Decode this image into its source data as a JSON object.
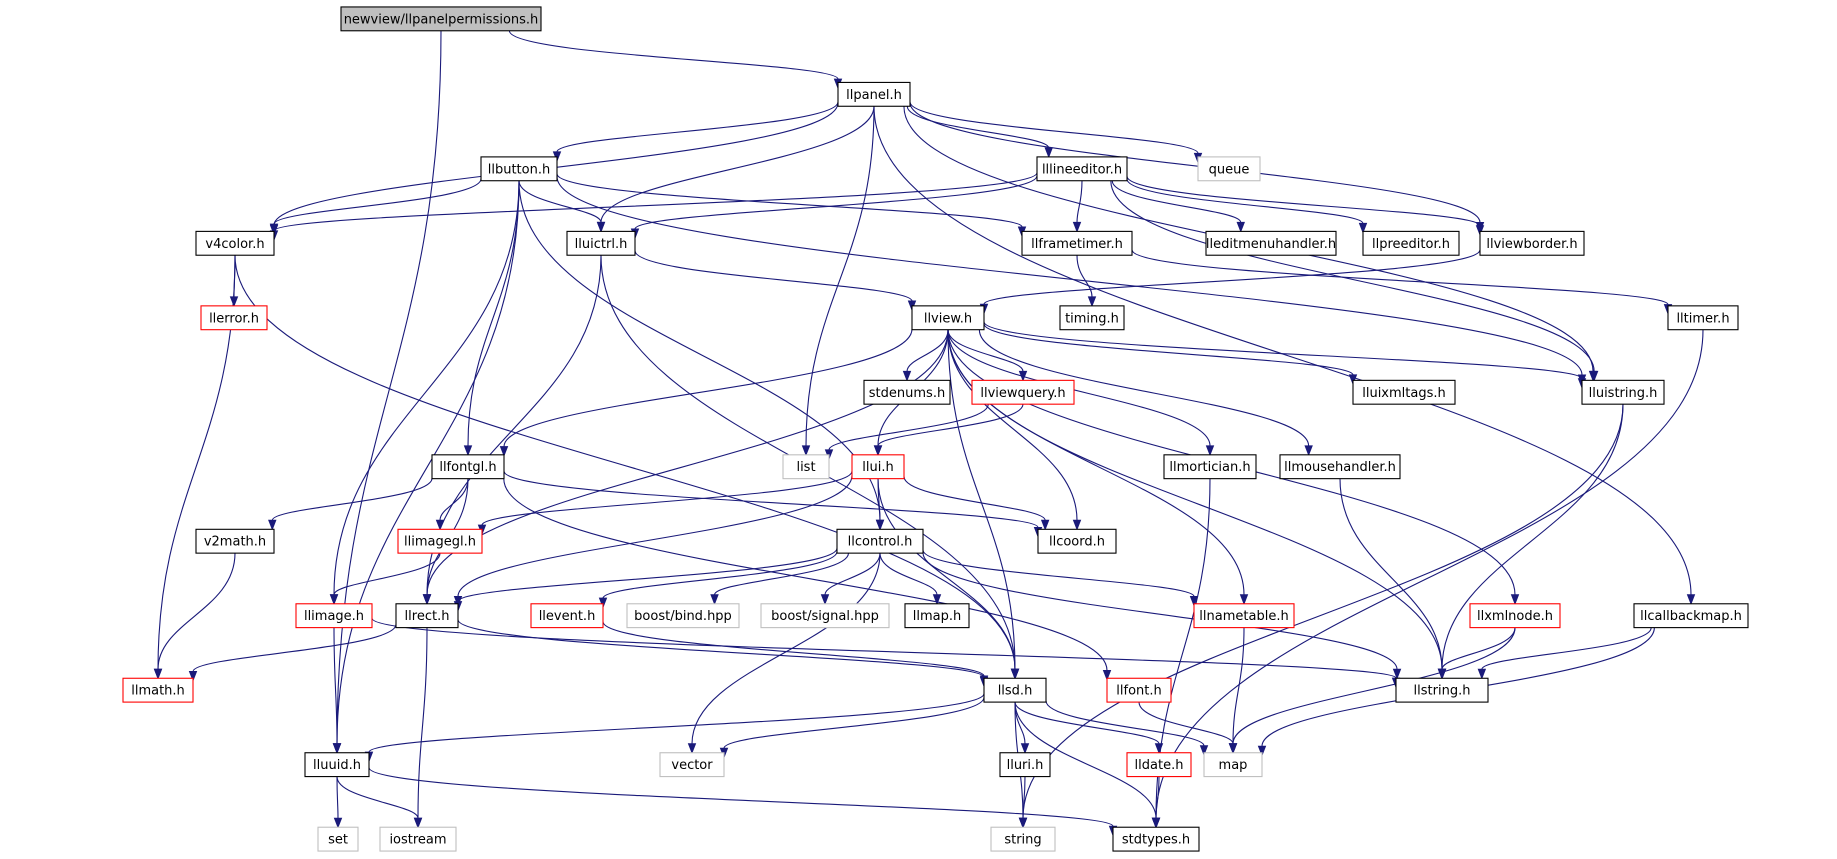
{
  "colors": {
    "normal_border": "#000000",
    "incomplete_border": "#ff0000",
    "external_border": "#bfbfbf",
    "root_fill": "#bfbfbf",
    "edge": "#1a1a7a",
    "background": "#ffffff"
  },
  "nodes": [
    {
      "id": "root",
      "label": "newview/llpanelpermissions.h",
      "kind": "root"
    },
    {
      "id": "llpanel",
      "label": "llpanel.h",
      "kind": "normal"
    },
    {
      "id": "llbutton",
      "label": "llbutton.h",
      "kind": "normal"
    },
    {
      "id": "lllineeditor",
      "label": "lllineeditor.h",
      "kind": "normal"
    },
    {
      "id": "queue",
      "label": "queue",
      "kind": "external"
    },
    {
      "id": "v4color",
      "label": "v4color.h",
      "kind": "normal"
    },
    {
      "id": "lluictrl",
      "label": "lluictrl.h",
      "kind": "normal"
    },
    {
      "id": "llframetimer",
      "label": "llframetimer.h",
      "kind": "normal"
    },
    {
      "id": "lleditmenuhandler",
      "label": "lleditmenuhandler.h",
      "kind": "normal"
    },
    {
      "id": "llpreeditor",
      "label": "llpreeditor.h",
      "kind": "normal"
    },
    {
      "id": "llviewborder",
      "label": "llviewborder.h",
      "kind": "normal"
    },
    {
      "id": "llerror",
      "label": "llerror.h",
      "kind": "incomplete"
    },
    {
      "id": "timing",
      "label": "timing.h",
      "kind": "normal"
    },
    {
      "id": "llview",
      "label": "llview.h",
      "kind": "normal"
    },
    {
      "id": "lltimer",
      "label": "lltimer.h",
      "kind": "normal"
    },
    {
      "id": "stdenums",
      "label": "stdenums.h",
      "kind": "normal"
    },
    {
      "id": "llviewquery",
      "label": "llviewquery.h",
      "kind": "incomplete"
    },
    {
      "id": "lluixmltags",
      "label": "lluixmltags.h",
      "kind": "normal"
    },
    {
      "id": "lluistring",
      "label": "lluistring.h",
      "kind": "normal"
    },
    {
      "id": "llfontgl",
      "label": "llfontgl.h",
      "kind": "normal"
    },
    {
      "id": "list",
      "label": "list",
      "kind": "external"
    },
    {
      "id": "llui",
      "label": "llui.h",
      "kind": "incomplete"
    },
    {
      "id": "llmortician",
      "label": "llmortician.h",
      "kind": "normal"
    },
    {
      "id": "llmousehandler",
      "label": "llmousehandler.h",
      "kind": "normal"
    },
    {
      "id": "v2math",
      "label": "v2math.h",
      "kind": "normal"
    },
    {
      "id": "llimagegl",
      "label": "llimagegl.h",
      "kind": "incomplete"
    },
    {
      "id": "llcontrol",
      "label": "llcontrol.h",
      "kind": "normal"
    },
    {
      "id": "llcoord",
      "label": "llcoord.h",
      "kind": "normal"
    },
    {
      "id": "llimage",
      "label": "llimage.h",
      "kind": "incomplete"
    },
    {
      "id": "llrect",
      "label": "llrect.h",
      "kind": "normal"
    },
    {
      "id": "llevent",
      "label": "llevent.h",
      "kind": "incomplete"
    },
    {
      "id": "boostbind",
      "label": "boost/bind.hpp",
      "kind": "external"
    },
    {
      "id": "boostsignal",
      "label": "boost/signal.hpp",
      "kind": "external"
    },
    {
      "id": "llmap",
      "label": "llmap.h",
      "kind": "normal"
    },
    {
      "id": "llnametable",
      "label": "llnametable.h",
      "kind": "incomplete"
    },
    {
      "id": "llxmlnode",
      "label": "llxmlnode.h",
      "kind": "incomplete"
    },
    {
      "id": "llcallbackmap",
      "label": "llcallbackmap.h",
      "kind": "normal"
    },
    {
      "id": "llmath",
      "label": "llmath.h",
      "kind": "incomplete"
    },
    {
      "id": "llsd",
      "label": "llsd.h",
      "kind": "normal"
    },
    {
      "id": "llfont",
      "label": "llfont.h",
      "kind": "incomplete"
    },
    {
      "id": "llstring",
      "label": "llstring.h",
      "kind": "normal"
    },
    {
      "id": "lluuid",
      "label": "lluuid.h",
      "kind": "normal"
    },
    {
      "id": "vector",
      "label": "vector",
      "kind": "external"
    },
    {
      "id": "lluri",
      "label": "lluri.h",
      "kind": "normal"
    },
    {
      "id": "lldate",
      "label": "lldate.h",
      "kind": "incomplete"
    },
    {
      "id": "map",
      "label": "map",
      "kind": "external"
    },
    {
      "id": "set",
      "label": "set",
      "kind": "external"
    },
    {
      "id": "iostream",
      "label": "iostream",
      "kind": "external"
    },
    {
      "id": "string",
      "label": "string",
      "kind": "external"
    },
    {
      "id": "stdtypes",
      "label": "stdtypes.h",
      "kind": "normal"
    }
  ],
  "edges": [
    [
      "root",
      "llpanel"
    ],
    [
      "root",
      "lluuid"
    ],
    [
      "llpanel",
      "llbutton"
    ],
    [
      "llpanel",
      "lllineeditor"
    ],
    [
      "llpanel",
      "queue"
    ],
    [
      "llpanel",
      "v4color"
    ],
    [
      "llpanel",
      "lluictrl"
    ],
    [
      "llpanel",
      "llviewborder"
    ],
    [
      "llpanel",
      "lluistring"
    ],
    [
      "llpanel",
      "list"
    ],
    [
      "llpanel",
      "llcallbackmap"
    ],
    [
      "llbutton",
      "v4color"
    ],
    [
      "llbutton",
      "lluictrl"
    ],
    [
      "llbutton",
      "llframetimer"
    ],
    [
      "llbutton",
      "llfontgl"
    ],
    [
      "llbutton",
      "llimage"
    ],
    [
      "llbutton",
      "llcontrol"
    ],
    [
      "llbutton",
      "lluuid"
    ],
    [
      "llbutton",
      "lluistring"
    ],
    [
      "lllineeditor",
      "v4color"
    ],
    [
      "lllineeditor",
      "lluictrl"
    ],
    [
      "lllineeditor",
      "llframetimer"
    ],
    [
      "lllineeditor",
      "lleditmenuhandler"
    ],
    [
      "lllineeditor",
      "llpreeditor"
    ],
    [
      "lllineeditor",
      "llviewborder"
    ],
    [
      "lllineeditor",
      "lluistring"
    ],
    [
      "v4color",
      "llerror"
    ],
    [
      "v4color",
      "llmath"
    ],
    [
      "v4color",
      "llsd"
    ],
    [
      "lluictrl",
      "llview"
    ],
    [
      "lluictrl",
      "llrect"
    ],
    [
      "lluictrl",
      "llsd"
    ],
    [
      "llframetimer",
      "timing"
    ],
    [
      "llframetimer",
      "lltimer"
    ],
    [
      "llviewborder",
      "llview"
    ],
    [
      "llview",
      "stdenums"
    ],
    [
      "llview",
      "llviewquery"
    ],
    [
      "llview",
      "lluixmltags"
    ],
    [
      "llview",
      "lluistring"
    ],
    [
      "llview",
      "llfontgl"
    ],
    [
      "llview",
      "llui"
    ],
    [
      "llview",
      "llmortician"
    ],
    [
      "llview",
      "llmousehandler"
    ],
    [
      "llview",
      "llcoord"
    ],
    [
      "llview",
      "llrect"
    ],
    [
      "llview",
      "llsd"
    ],
    [
      "llview",
      "llnametable"
    ],
    [
      "llview",
      "llxmlnode"
    ],
    [
      "llview",
      "llstring"
    ],
    [
      "llviewquery",
      "list"
    ],
    [
      "llviewquery",
      "llui"
    ],
    [
      "lltimer",
      "stdtypes"
    ],
    [
      "lluistring",
      "llstring"
    ],
    [
      "lluistring",
      "string"
    ],
    [
      "llfontgl",
      "v2math"
    ],
    [
      "llfontgl",
      "llimagegl"
    ],
    [
      "llfontgl",
      "llcoord"
    ],
    [
      "llfontgl",
      "llrect"
    ],
    [
      "llfontgl",
      "llfont"
    ],
    [
      "llui",
      "llimagegl"
    ],
    [
      "llui",
      "llcontrol"
    ],
    [
      "llui",
      "llcoord"
    ],
    [
      "llui",
      "llrect"
    ],
    [
      "llui",
      "llsd"
    ],
    [
      "llmortician",
      "stdtypes"
    ],
    [
      "llmousehandler",
      "llstring"
    ],
    [
      "v2math",
      "llmath"
    ],
    [
      "llimagegl",
      "llimage"
    ],
    [
      "llcontrol",
      "llrect"
    ],
    [
      "llcontrol",
      "llevent"
    ],
    [
      "llcontrol",
      "boostbind"
    ],
    [
      "llcontrol",
      "boostsignal"
    ],
    [
      "llcontrol",
      "llmap"
    ],
    [
      "llcontrol",
      "llnametable"
    ],
    [
      "llcontrol",
      "llstring"
    ],
    [
      "llcontrol",
      "vector"
    ],
    [
      "llimage",
      "lluuid"
    ],
    [
      "llimage",
      "llstring"
    ],
    [
      "llrect",
      "llmath"
    ],
    [
      "llrect",
      "llsd"
    ],
    [
      "llrect",
      "iostream"
    ],
    [
      "llevent",
      "llsd"
    ],
    [
      "llnametable",
      "map"
    ],
    [
      "llxmlnode",
      "llstring"
    ],
    [
      "llxmlnode",
      "map"
    ],
    [
      "llcallbackmap",
      "llstring"
    ],
    [
      "llcallbackmap",
      "map"
    ],
    [
      "llsd",
      "lluuid"
    ],
    [
      "llsd",
      "vector"
    ],
    [
      "llsd",
      "lluri"
    ],
    [
      "llsd",
      "lldate"
    ],
    [
      "llsd",
      "map"
    ],
    [
      "llsd",
      "string"
    ],
    [
      "llsd",
      "stdtypes"
    ],
    [
      "llfont",
      "map"
    ],
    [
      "lluuid",
      "set"
    ],
    [
      "lluuid",
      "iostream"
    ],
    [
      "lluuid",
      "stdtypes"
    ],
    [
      "lluri",
      "string"
    ],
    [
      "lldate",
      "stdtypes"
    ]
  ]
}
